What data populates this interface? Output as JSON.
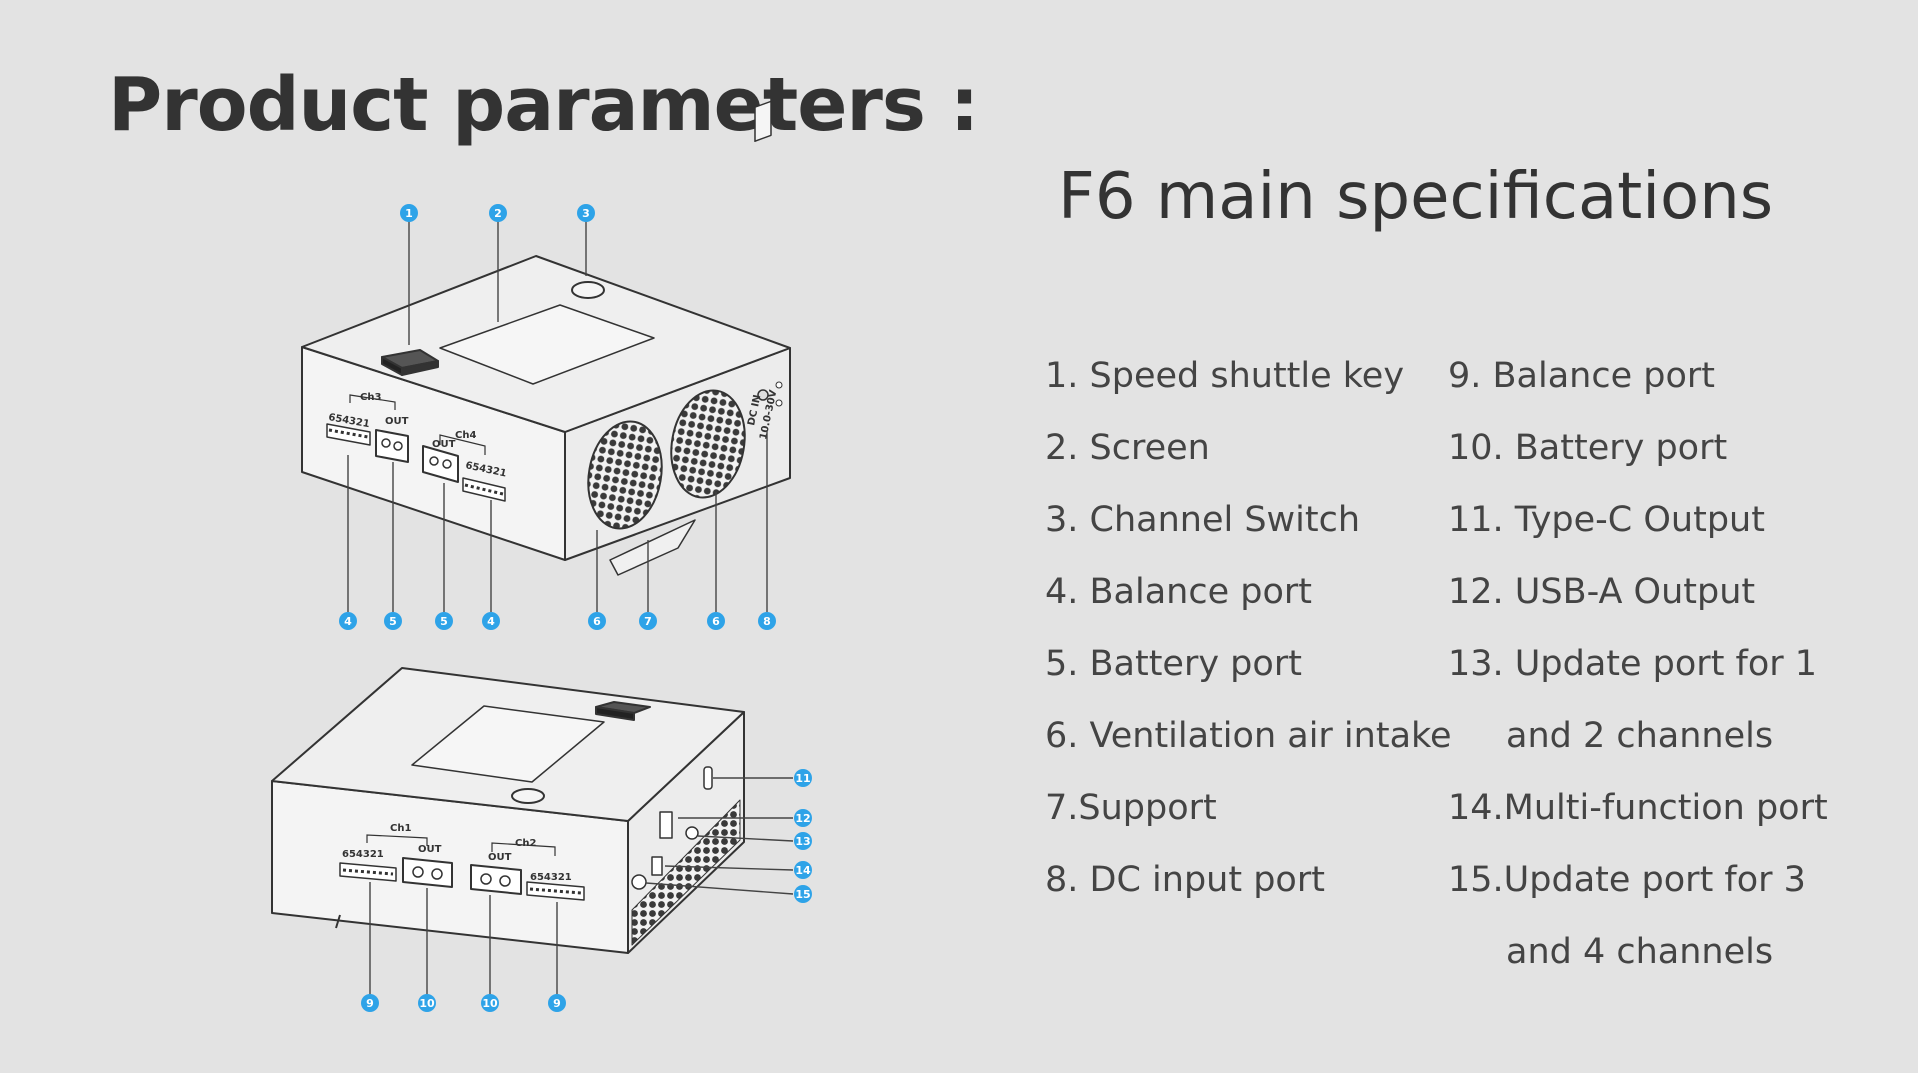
{
  "title": "Product parameters :",
  "specs_title": "F6 main specifications",
  "accent_color": "#2ea3e8",
  "specs_left": [
    {
      "label": "1. Speed shuttle key"
    },
    {
      "label": "2. Screen"
    },
    {
      "label": "3. Channel Switch"
    },
    {
      "label": "4. Balance port"
    },
    {
      "label": "5. Battery port"
    },
    {
      "label": "6. Ventilation air intake"
    },
    {
      "label": "7.Support"
    },
    {
      "label": "8. DC input port"
    }
  ],
  "specs_right": [
    {
      "label": "9. Balance port"
    },
    {
      "label": "10. Battery port"
    },
    {
      "label": "11. Type-C Output"
    },
    {
      "label": "12. USB-A Output"
    },
    {
      "label": "13. Update port for 1",
      "cont": "and 2 channels"
    },
    {
      "label": "14.Multi-function port"
    },
    {
      "label": "15.Update port for 3",
      "cont": "and 4 channels"
    }
  ],
  "diagram": {
    "top_badges": [
      "1",
      "2",
      "3"
    ],
    "bottom_badges_a": [
      "4",
      "5",
      "5",
      "4",
      "6",
      "7",
      "6",
      "8"
    ],
    "side_badges": [
      "11",
      "12",
      "13",
      "14",
      "15"
    ],
    "bottom_badges_b": [
      "9",
      "10",
      "10",
      "9"
    ],
    "labels": {
      "ch3": "Ch3",
      "ch4": "Ch4",
      "ch1": "Ch1",
      "ch2": "Ch2",
      "out": "OUT",
      "pins": "654321",
      "dc_in": "DC IN",
      "dc_range": "10.0-30V"
    }
  }
}
